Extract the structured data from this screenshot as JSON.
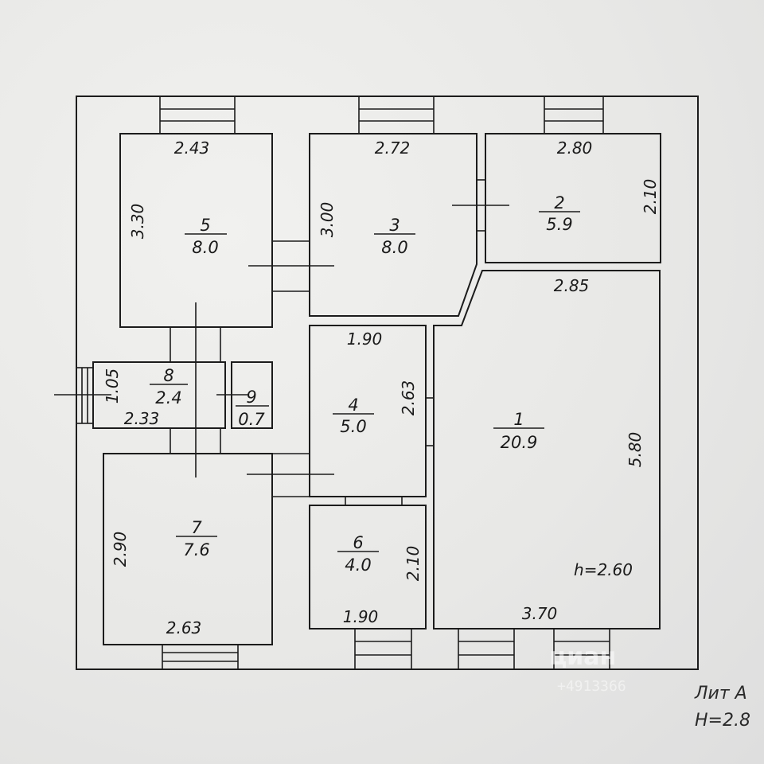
{
  "rooms": [
    {
      "number": "1",
      "area": "20.9"
    },
    {
      "number": "2",
      "area": "5.9"
    },
    {
      "number": "3",
      "area": "8.0"
    },
    {
      "number": "4",
      "area": "5.0"
    },
    {
      "number": "5",
      "area": "8.0"
    },
    {
      "number": "6",
      "area": "4.0"
    },
    {
      "number": "7",
      "area": "7.6"
    },
    {
      "number": "8",
      "area": "2.4"
    },
    {
      "number": "9",
      "area": "0.7"
    }
  ],
  "dimensions": {
    "r5_top": "2.43",
    "r5_left": "3.30",
    "r3_top": "2.72",
    "r3_left": "3.00",
    "r2_top": "2.80",
    "r2_right": "2.10",
    "r1_top": "2.85",
    "r1_right": "5.80",
    "r1_bottom": "3.70",
    "r4_top": "1.90",
    "r4_right": "2.63",
    "r8_left": "1.05",
    "r8_bottom": "2.33",
    "r7_left": "2.90",
    "r7_bottom": "2.63",
    "r6_right": "2.10",
    "r6_bottom": "1.90"
  },
  "ceiling_height": "h=2.60",
  "lit_label": "Лит А",
  "building_height": "H=2.8",
  "watermark": "циан",
  "watermark_id": "+4913366"
}
